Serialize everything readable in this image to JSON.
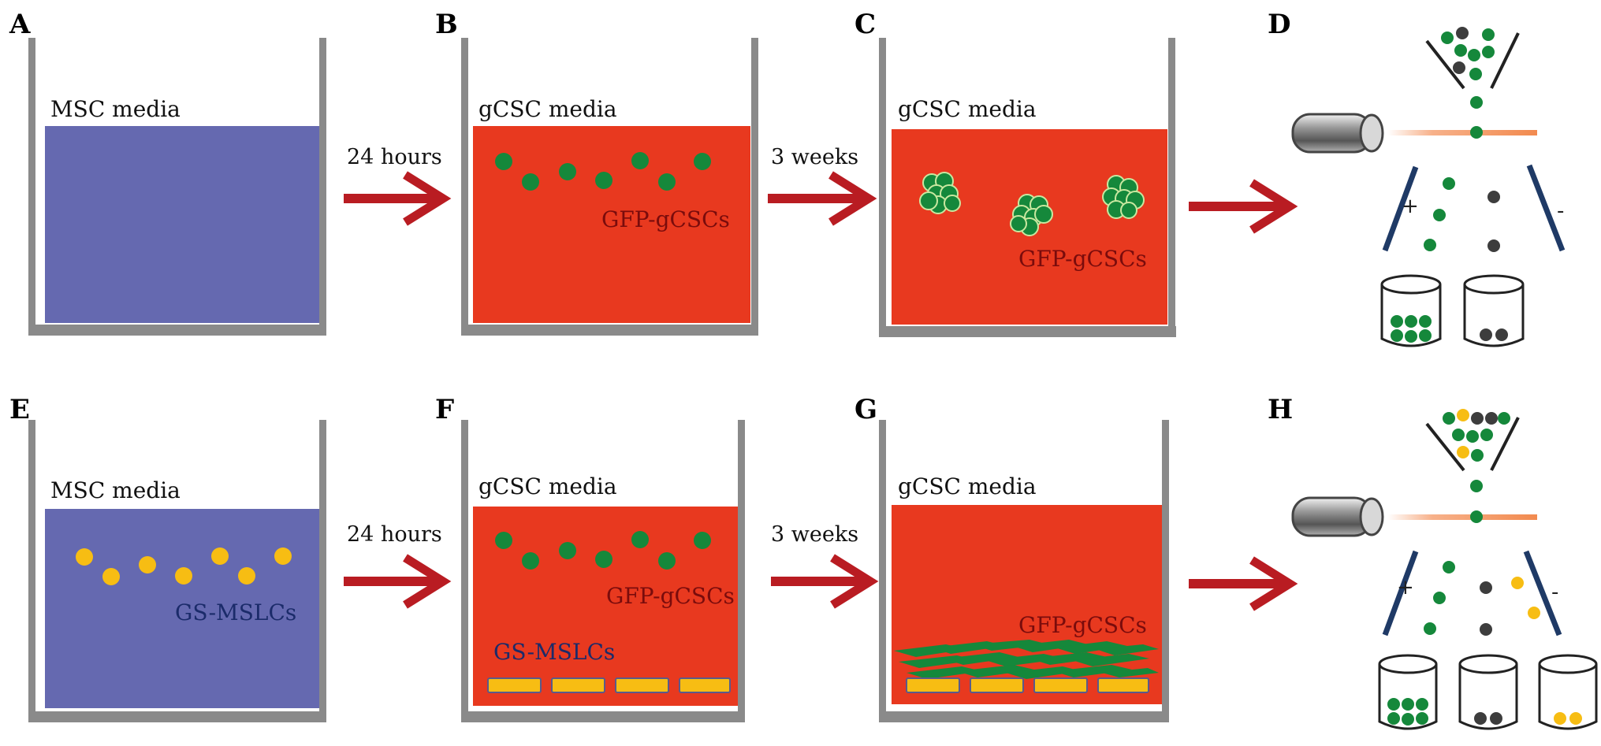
{
  "panels": {
    "A": {
      "letter": "A",
      "media": "MSC media"
    },
    "B": {
      "letter": "B",
      "media": "gCSC media",
      "cells": "GFP-gCSCs"
    },
    "C": {
      "letter": "C",
      "media": "gCSC media",
      "cells": "GFP-gCSCs"
    },
    "D": {
      "letter": "D"
    },
    "E": {
      "letter": "E",
      "media": "MSC media",
      "cells": "GS-MSLCs"
    },
    "F": {
      "letter": "F",
      "media": "gCSC media",
      "cells": "GFP-gCSCs",
      "layer": "GS-MSLCs"
    },
    "G": {
      "letter": "G",
      "media": "gCSC media",
      "cells": "GFP-gCSCs"
    },
    "H": {
      "letter": "H"
    }
  },
  "arrows": {
    "ab": "24 hours",
    "bc": "3 weeks",
    "ef": "24 hours",
    "fg": "3 weeks"
  },
  "sorter": {
    "plus": "+",
    "minus": "-"
  },
  "colors": {
    "msc_media": "#6569b0",
    "gcsc_media": "#e8391f",
    "gfp_cell": "#15883b",
    "dark_cell": "#3d3d3d",
    "gs_cell": "#f7bd13",
    "arrow": "#b91c22",
    "wall": "#8a8a8a",
    "deflector": "#1f3a66"
  }
}
